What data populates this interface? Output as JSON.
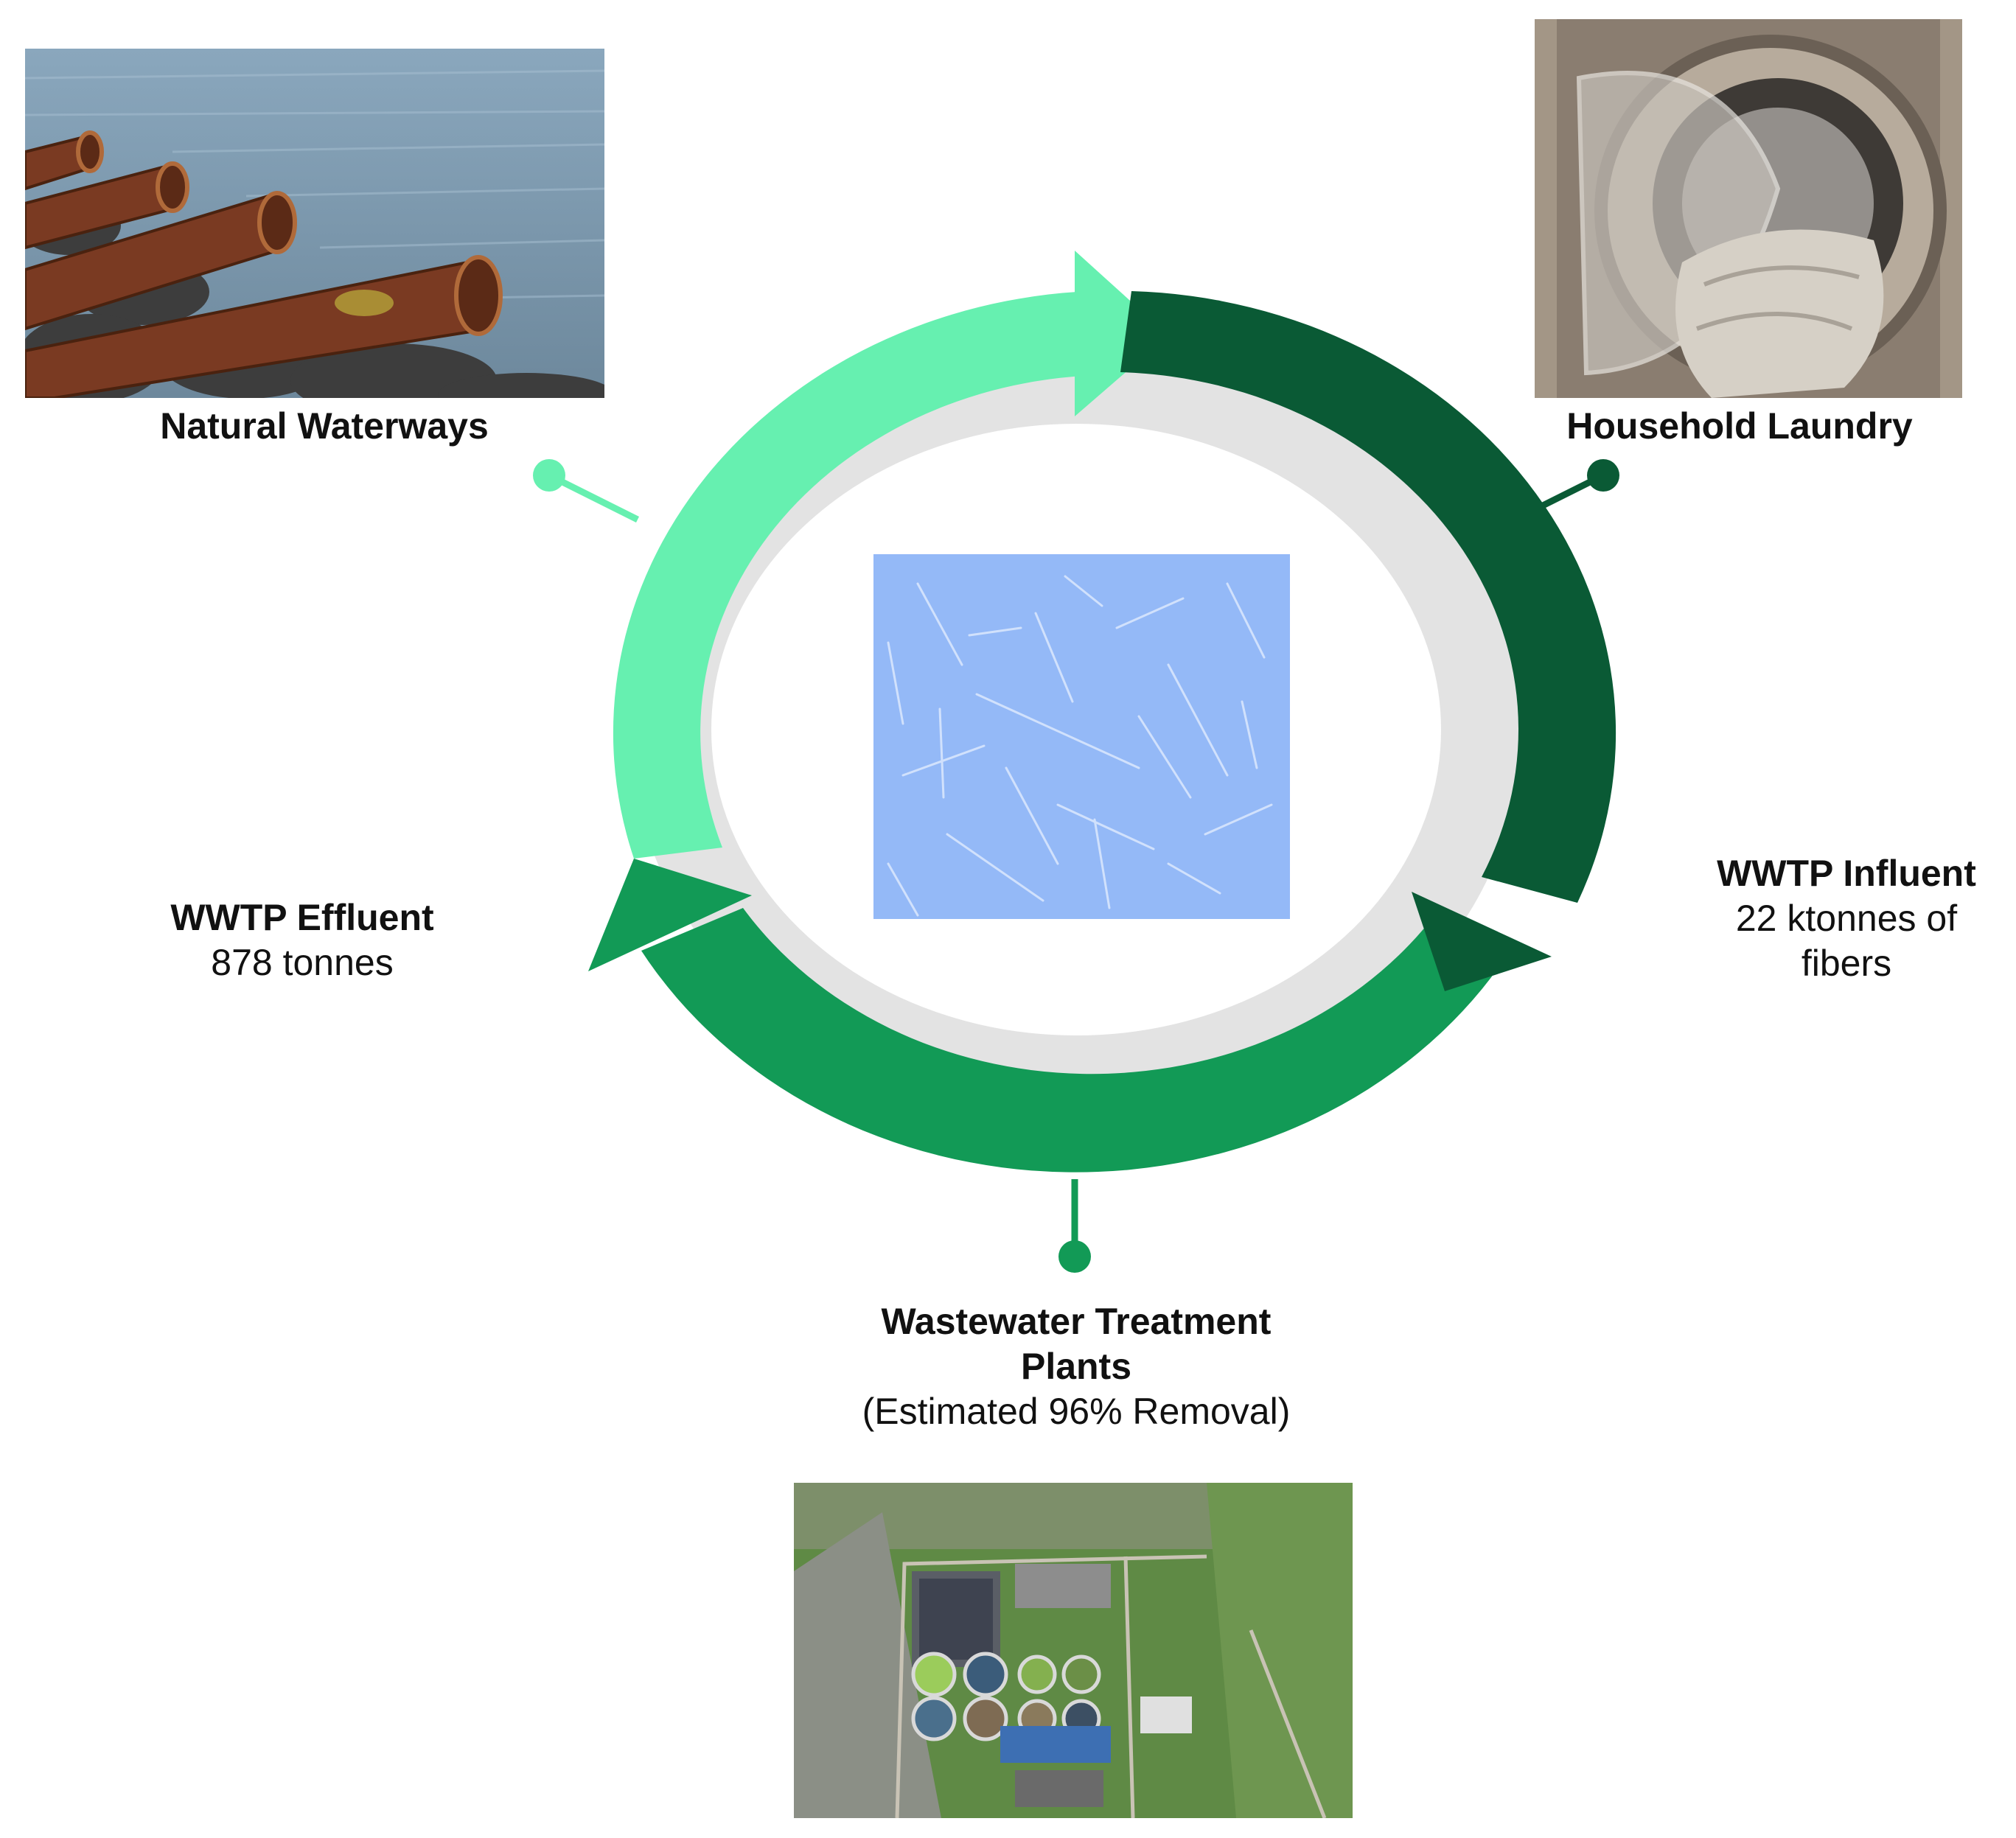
{
  "nodes": {
    "natural_waterways": {
      "title": "Natural Waterways",
      "image": "outfall-pipes-photo"
    },
    "household_laundry": {
      "title": "Household Laundry",
      "image": "washing-machine-photo"
    },
    "wwtp": {
      "title_line1": "Wastewater Treatment",
      "title_line2": "Plants",
      "note": "(Estimated 96% Removal)",
      "image": "treatment-plant-aerial-photo"
    },
    "center": {
      "image": "microfibers-micrograph"
    }
  },
  "flows": {
    "influent": {
      "title": "WWTP Influent",
      "value_line1": "22 ktonnes of",
      "value_line2": "fibers"
    },
    "effluent": {
      "title": "WWTP Effluent",
      "value": "878 tonnes"
    }
  },
  "colors": {
    "arrow_light": "#66f0b0",
    "arrow_dark": "#0a5a35",
    "arrow_mid": "#129a56",
    "inner_ring": "#e3e3e3",
    "micrograph_bg": "#94b9f7"
  }
}
